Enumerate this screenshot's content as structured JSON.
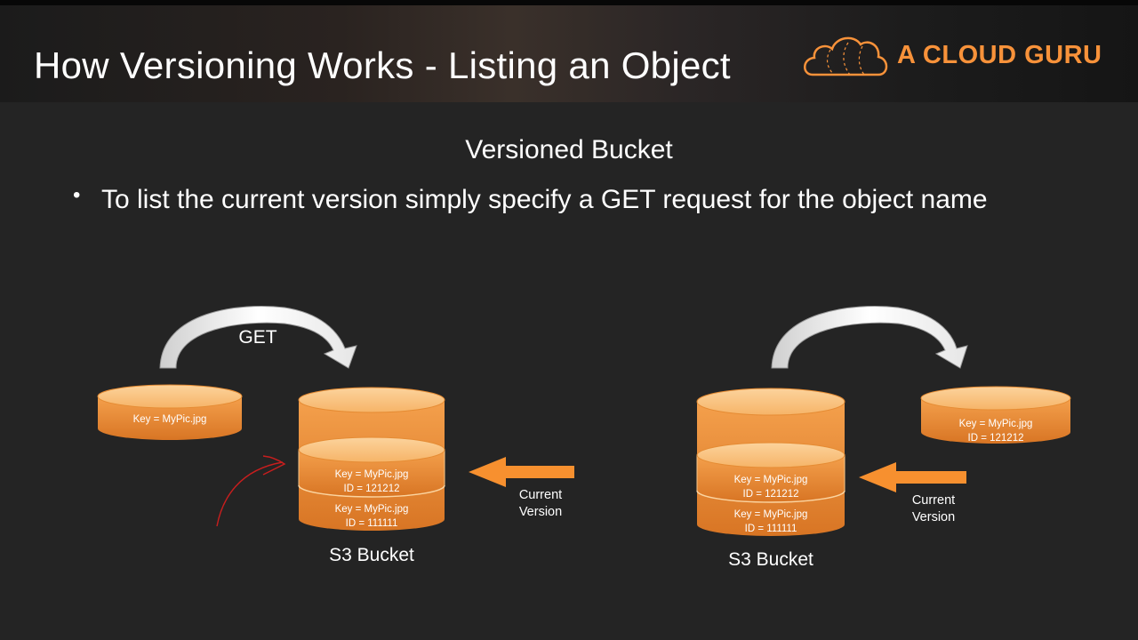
{
  "slide": {
    "title": "How Versioning Works - Listing an Object",
    "subtitle": "Versioned Bucket",
    "bullet": "To list the current version simply specify a GET request for the object name"
  },
  "brand": {
    "logo_text": "A CLOUD GURU",
    "accent_color": "#f8923a"
  },
  "diagram_left": {
    "arrow_label": "GET",
    "object_key": "Key = MyPic.jpg",
    "bucket_top_key": "Key = MyPic.jpg",
    "bucket_top_id": "ID = 121212",
    "bucket_bottom_key": "Key = MyPic.jpg",
    "bucket_bottom_id": "ID = 111111",
    "current_line1": "Current",
    "current_line2": "Version",
    "bucket_label": "S3 Bucket"
  },
  "diagram_right": {
    "object_key": "Key = MyPic.jpg",
    "object_id": "ID = 121212",
    "bucket_top_key": "Key = MyPic.jpg",
    "bucket_top_id": "ID = 121212",
    "bucket_bottom_key": "Key = MyPic.jpg",
    "bucket_bottom_id": "ID = 111111",
    "current_line1": "Current",
    "current_line2": "Version",
    "bucket_label": "S3 Bucket"
  }
}
